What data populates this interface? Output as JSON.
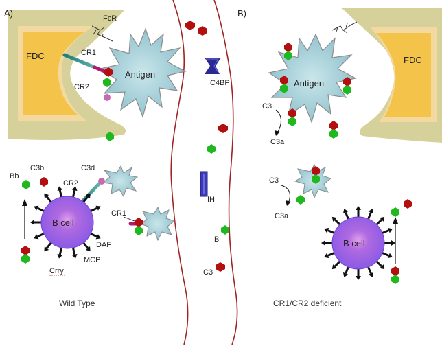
{
  "panels": {
    "a": "A)",
    "b": "B)"
  },
  "captions": {
    "left": "Wild Type",
    "right": "CR1/CR2 deficient"
  },
  "labels": {
    "fdc_left": "FDC",
    "fdc_right": "FDC",
    "fcr": "FcR",
    "cr1_fdc": "CR1",
    "cr2_fdc": "CR2",
    "antigen_left": "Antigen",
    "antigen_right": "Antigen",
    "c4bp": "C4BP",
    "fh": "fH",
    "factor_b": "B",
    "c3_vessel": "C3",
    "c3b": "C3b",
    "bb": "Bb",
    "c3d": "C3d",
    "cr2_bcell": "CR2",
    "cr1_bcell": "CR1",
    "bcell_left": "B cell",
    "bcell_right": "B cell",
    "daf": "DAF",
    "mcp": "MCP",
    "crry": "Crry",
    "c3_right_top": "C3",
    "c3a_right_top": "C3a",
    "c3_right_mid": "C3",
    "c3a_right_mid": "C3a"
  },
  "colors": {
    "fdc_outer": "#d6d19a",
    "fdc_inner": "#f3c34a",
    "antigen": "#9fc9d2",
    "antigen_stroke": "#8c8c8c",
    "c3b_red": "#b30f0f",
    "green": "#1fb81f",
    "bcell": "#9b6ae6",
    "receptor": "#2a8c85",
    "c4bp": "#3a3aa6",
    "vessel": "#a02323"
  }
}
